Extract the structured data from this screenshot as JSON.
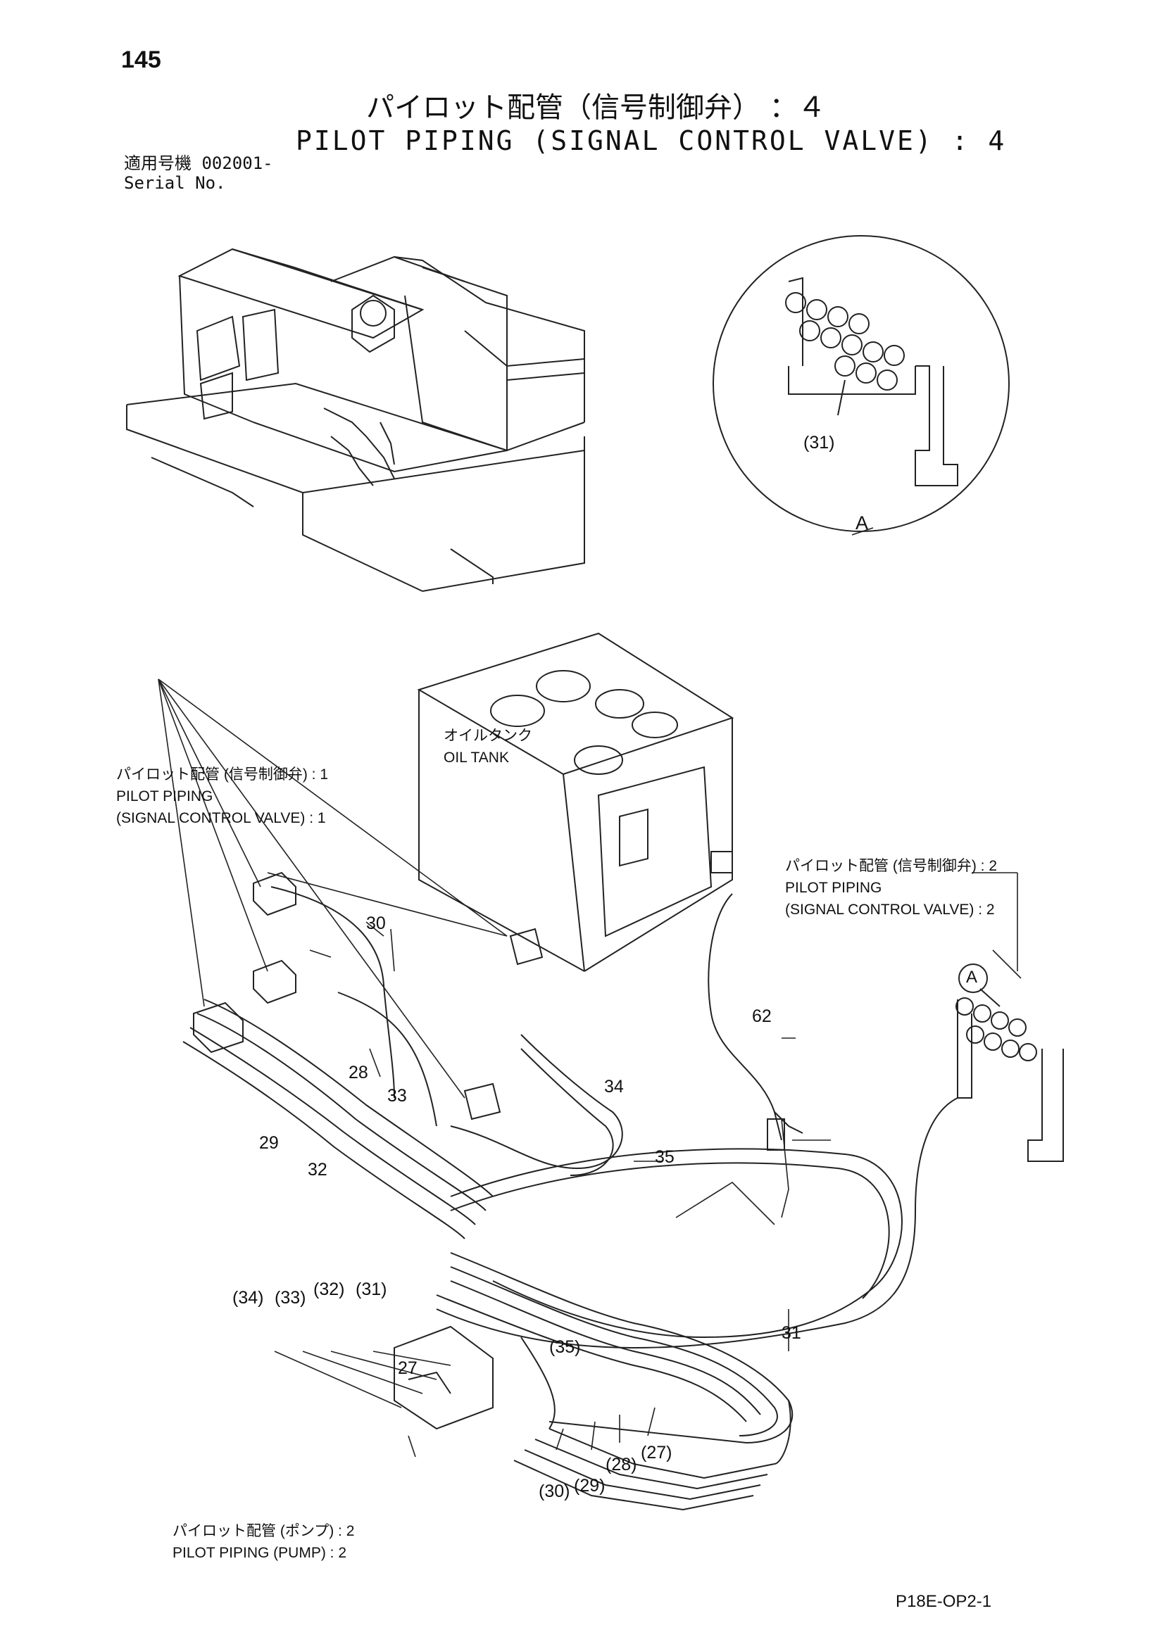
{
  "header": {
    "page_number": "145",
    "title_ja": "パイロット配管（信号制御弁） ：４",
    "title_en": "PILOT PIPING (SIGNAL CONTROL VALVE) : 4",
    "serial_label_ja": "適用号機",
    "serial_value": "002001-",
    "serial_label_en": "Serial No."
  },
  "references": {
    "oil_tank_ja": "オイルタンク",
    "oil_tank_en": "OIL TANK",
    "ref1_ja": "パイロット配管 (信号制御弁) : 1",
    "ref1_en1": "PILOT PIPING",
    "ref1_en2": "(SIGNAL CONTROL VALVE) : 1",
    "ref2_ja": "パイロット配管 (信号制御弁) : 2",
    "ref2_en1": "PILOT PIPING",
    "ref2_en2": "(SIGNAL CONTROL VALVE) : 2",
    "pump_ja": "パイロット配管 (ポンプ) : 2",
    "pump_en": "PILOT PIPING (PUMP) : 2"
  },
  "detail": {
    "label": "A",
    "callout": "A",
    "inner_part": "(31)"
  },
  "part_labels": [
    "30",
    "62",
    "34",
    "28",
    "33",
    "35",
    "29",
    "32",
    "(34)",
    "(33)",
    "(32)",
    "(31)",
    "27",
    "(35)",
    "31",
    "(27)",
    "(28)",
    "(29)",
    "(30)"
  ],
  "drawing_code": "P18E-OP2-1"
}
